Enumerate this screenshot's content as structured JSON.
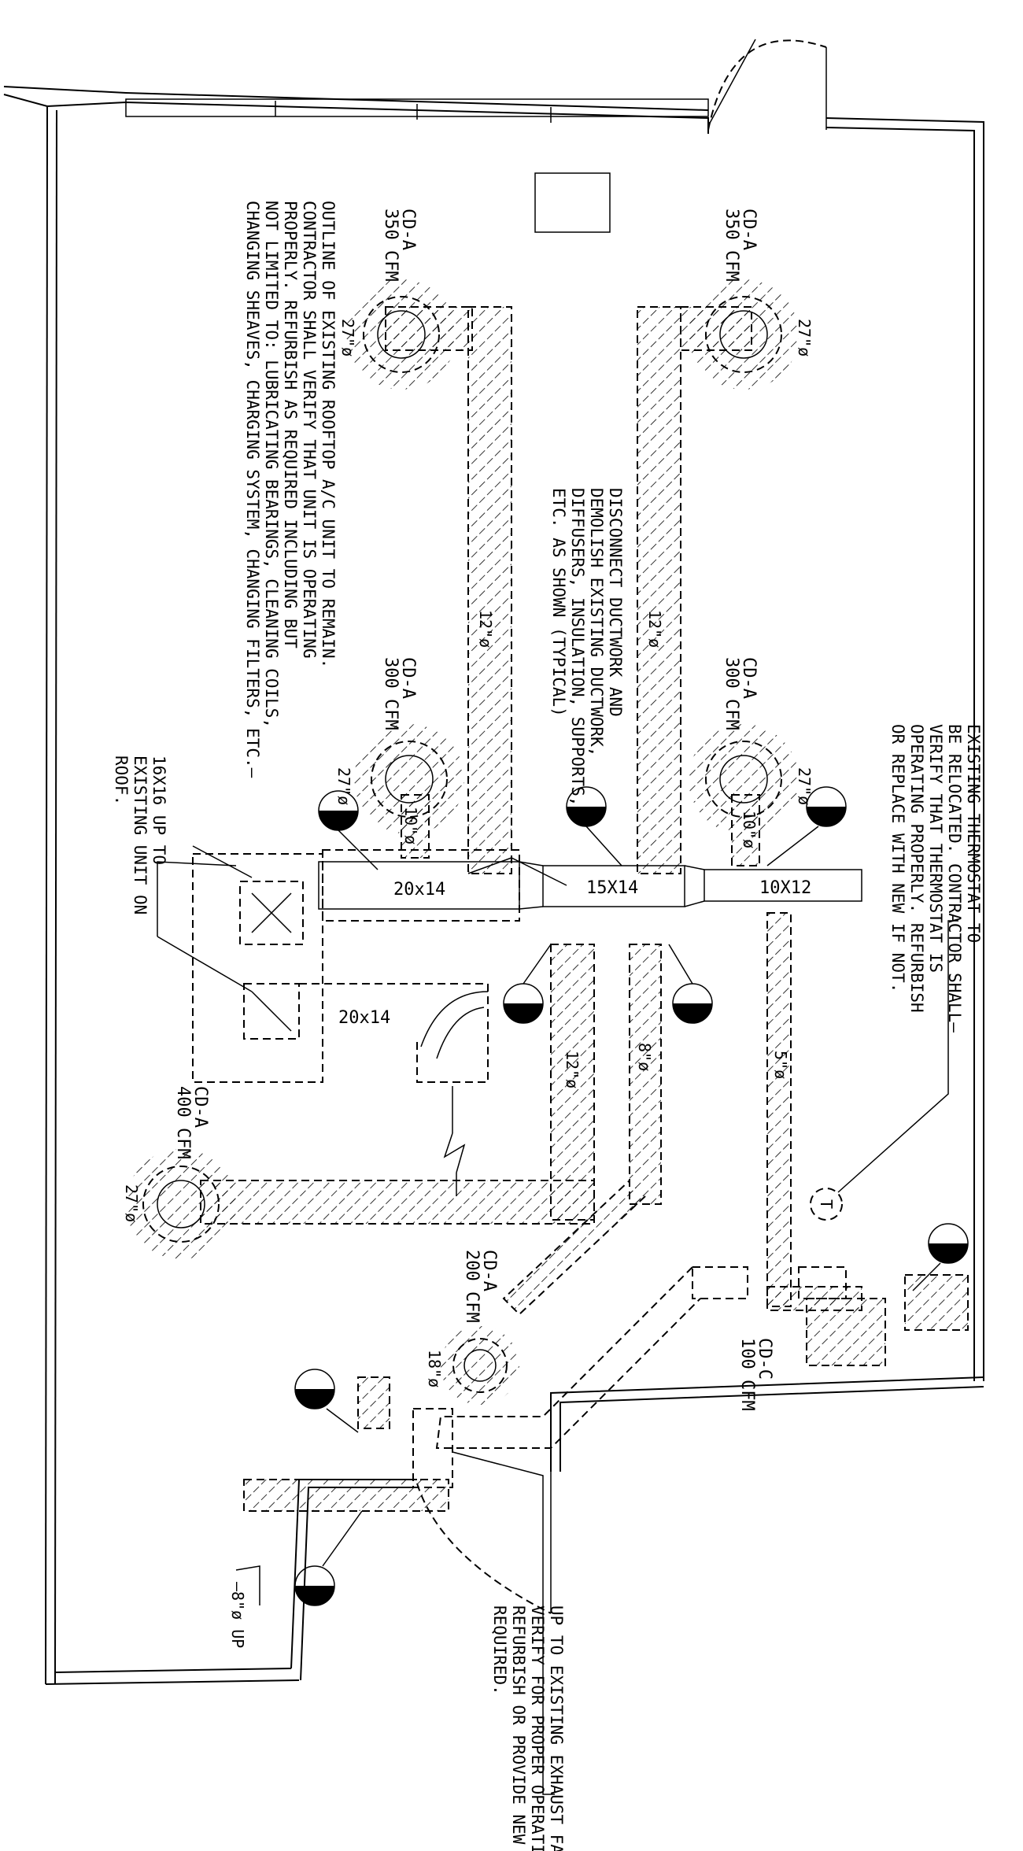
{
  "diffusers": {
    "top_left": {
      "type": "CD-A",
      "cfm": "350 CFM",
      "neck": "27\"ø"
    },
    "top_right": {
      "type": "CD-A",
      "cfm": "350 CFM",
      "neck": "27\"ø"
    },
    "mid_left": {
      "type": "CD-A",
      "cfm": "300 CFM",
      "neck": "27\"ø",
      "branch": "10\"ø"
    },
    "mid_right": {
      "type": "CD-A",
      "cfm": "300 CFM",
      "neck": "27\"ø",
      "branch": "10\"ø"
    },
    "lower_left": {
      "type": "CD-A",
      "cfm": "400 CFM",
      "neck": "27\"ø"
    },
    "bottom_left": {
      "type": "CD-A",
      "cfm": "200 CFM",
      "neck": "18\"ø"
    },
    "bottom_right": {
      "type": "CD-C",
      "cfm": "100 CFM"
    }
  },
  "ducts": {
    "main_left": "20x14",
    "main_mid": "15X14",
    "main_right": "10X12",
    "return": "20x14",
    "branch_left_12": "12\"ø",
    "branch_right_12": "12\"ø",
    "branch_lower_12": "12\"ø",
    "branch_8": "8\"ø",
    "branch_5": "5\"ø",
    "exhaust_up": "—8\"ø UP"
  },
  "notes": {
    "rooftop": [
      "OUTLINE OF EXISTING ROOFTOP A/C UNIT TO REMAIN.",
      "CONTRACTOR SHALL VERIFY THAT UNIT IS OPERATING",
      "PROPERLY. REFURBISH AS REQUIRED INCLUDING BUT",
      "NOT LIMITED TO: LUBRICATING BEARINGS, CLEANING COILS,",
      "CHANGING SHEAVES, CHARGING SYSTEM, CHANGING FILTERS, ETC.—"
    ],
    "disconnect": [
      "DISCONNECT DUCTWORK AND",
      "DEMOLISH EXISTING DUCTWORK,",
      "DIFFUSERS, INSULATION, SUPPORTS,",
      "ETC. AS SHOWN (TYPICAL)"
    ],
    "thermostat": [
      "EXISTING THERMOSTAT TO",
      "BE RELOCATED. CONTRACTOR SHALL—",
      "VERIFY THAT THERMOSTAT IS",
      "OPERATING PROPERLY. REFURBISH",
      "OR REPLACE WITH NEW IF NOT."
    ],
    "unit": [
      "16X16 UP TO",
      "EXISTING UNIT ON",
      "ROOF."
    ],
    "exhaust": [
      "UP TO EXISTING EXHAUST FAN.",
      "VERIFY FOR PROPER OPERATION.",
      "REFURBISH OR PROVIDE NEW AS",
      "REQUIRED."
    ]
  },
  "thermostat_symbol": "T"
}
